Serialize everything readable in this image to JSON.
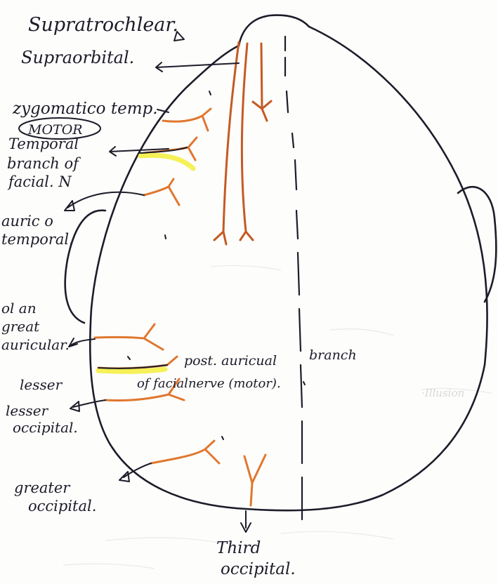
{
  "labels": {
    "supratrochlear": "Supratrochlear.",
    "supraorbital": "Supraorbital.",
    "zygomatico_temp": "zygomatico temp.",
    "motor_tag": "MOTOR",
    "temporal_line1": "Temporal",
    "temporal_line2": "branch of",
    "temporal_line3": "facial. N",
    "auriculo_line1": "auric o",
    "auriculo_line2": "temporal.",
    "great_aur_line1": "ol an",
    "great_aur_line2": "great",
    "great_aur_line3": "auricular.",
    "post_aur_line1": "post. auricual",
    "post_aur_line2": "of facialnerve (motor).",
    "post_aur_branch": "branch",
    "lesser_occ_line1": "lesser",
    "lesser_occ_line2": "lesser",
    "lesser_occ_line3": "occipital.",
    "greater_occ_line1": "greater",
    "greater_occ_line2": "occipital.",
    "third_occ_line1": "Third",
    "third_occ_line2": "occipital."
  },
  "colors": {
    "ink": "#1c1c2a",
    "nerve": "#e0772f",
    "nerve_dark": "#c45a24",
    "highlight": "#f3ef3a"
  }
}
